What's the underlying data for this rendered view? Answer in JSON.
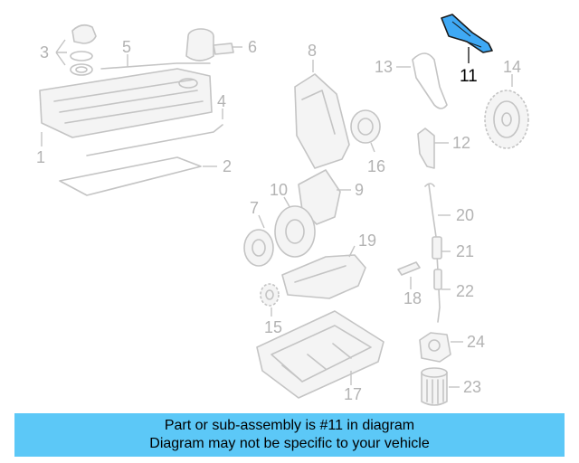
{
  "diagram": {
    "highlighted_part": "11",
    "labels": [
      "1",
      "2",
      "3",
      "4",
      "5",
      "6",
      "7",
      "8",
      "9",
      "10",
      "11",
      "12",
      "13",
      "14",
      "15",
      "16",
      "17",
      "18",
      "19",
      "20",
      "21",
      "22",
      "23",
      "24"
    ]
  },
  "caption": {
    "line1": "Part or sub-assembly is #11 in diagram",
    "line2": "Diagram may not be specific to your vehicle"
  },
  "colors": {
    "highlight_part": "#3fa9f5",
    "caption_background": "#5cc8f7",
    "line_art": "#c4c4c4",
    "callout_numbers": "#b3b3b3"
  }
}
